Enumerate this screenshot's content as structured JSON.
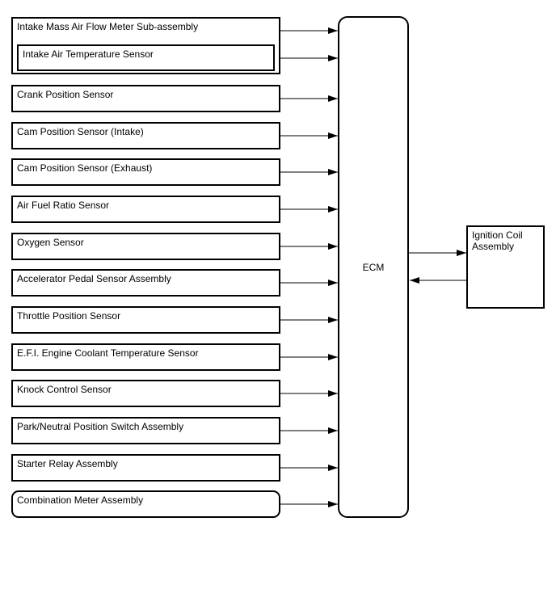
{
  "diagram": {
    "title_hint": "ECM system wiring diagram",
    "colors": {
      "line": "#000000",
      "background": "#ffffff",
      "text": "#000000"
    },
    "left_boxes": [
      {
        "label": "Intake Mass Air Flow Meter Sub-assembly"
      },
      {
        "label": "Intake Air Temperature Sensor"
      },
      {
        "label": "Crank Position Sensor"
      },
      {
        "label": "Cam Position Sensor (Intake)"
      },
      {
        "label": "Cam Position Sensor (Exhaust)"
      },
      {
        "label": "Air Fuel Ratio Sensor"
      },
      {
        "label": "Oxygen Sensor"
      },
      {
        "label": "Accelerator Pedal Sensor Assembly"
      },
      {
        "label": "Throttle Position Sensor"
      },
      {
        "label": "E.F.I. Engine Coolant Temperature Sensor"
      },
      {
        "label": "Knock Control Sensor"
      },
      {
        "label": "Park/Neutral Position Switch Assembly"
      },
      {
        "label": "Starter Relay Assembly"
      },
      {
        "label": "Combination Meter Assembly"
      }
    ],
    "center_box": {
      "label": "ECM"
    },
    "right_box": {
      "label": "Ignition Coil Assembly"
    }
  }
}
